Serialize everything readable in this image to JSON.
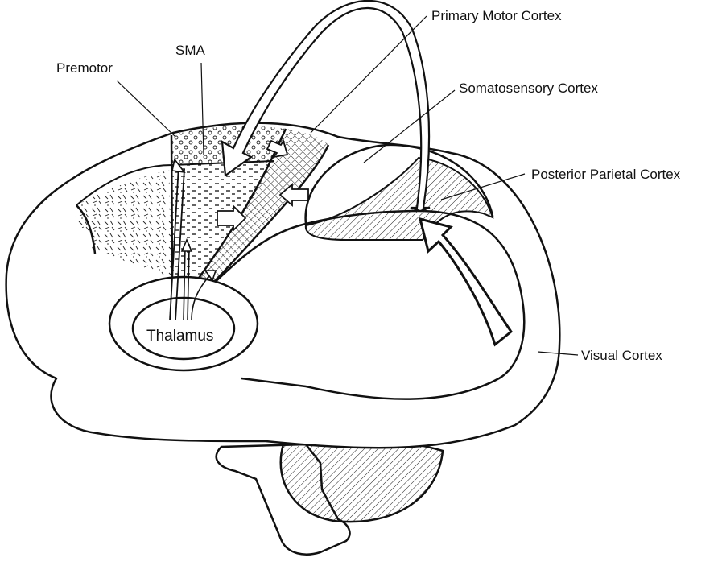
{
  "labels": {
    "primary_motor": "Primary Motor Cortex",
    "sma": "SMA",
    "premotor": "Premotor",
    "somatosensory": "Somatosensory Cortex",
    "posterior_parietal": "Posterior Parietal Cortex",
    "visual": "Visual Cortex",
    "thalamus": "Thalamus"
  },
  "colors": {
    "line": "#111111",
    "hatch": "#222222",
    "background": "#ffffff"
  }
}
